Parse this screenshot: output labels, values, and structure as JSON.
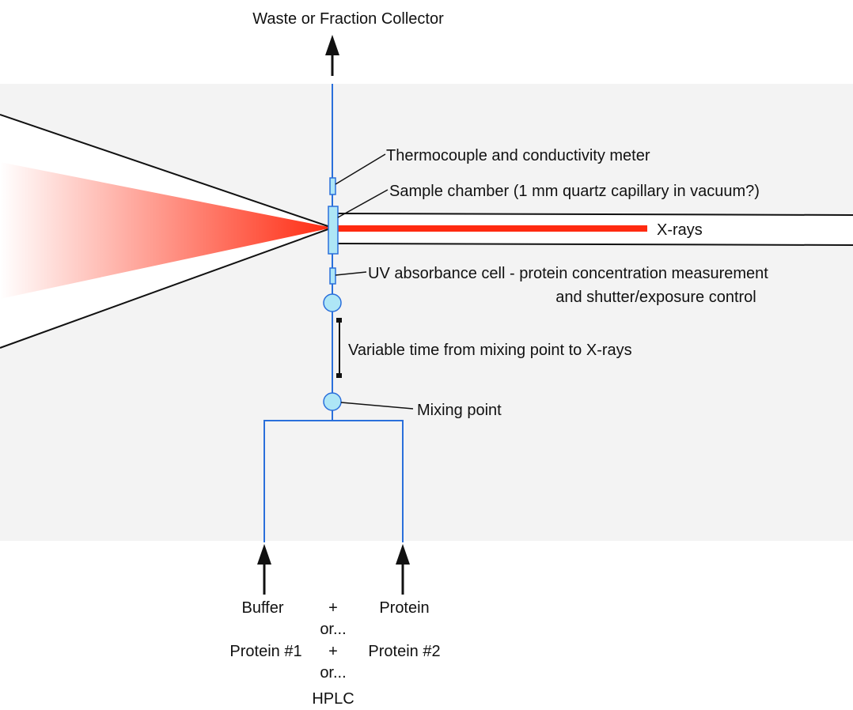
{
  "labels": {
    "outlet": "Waste or Fraction Collector",
    "thermocouple": "Thermocouple and conductivity meter",
    "sample_chamber": "Sample chamber (1 mm quartz capillary in vacuum?)",
    "xrays": "X-rays",
    "uv_line1": "UV absorbance cell - protein concentration measurement",
    "uv_line2": "and shutter/exposure control",
    "variable_time": "Variable time from mixing point to X-rays",
    "mixing_point": "Mixing point"
  },
  "inputs": {
    "left_option_1": "Buffer",
    "plus_1": "+",
    "right_option_1": "Protein",
    "or_1": "or...",
    "left_option_2": "Protein #1",
    "plus_2": "+",
    "right_option_2": "Protein #2",
    "or_2": "or...",
    "option_3": "HPLC"
  },
  "colors": {
    "background_band": "#f3f3f3",
    "flow_line": "#2a6fdb",
    "component_fill": "#aee6f6",
    "component_stroke": "#2a6fdb",
    "xray_beam": "#ff2a10",
    "leader_line": "#111111",
    "arrow": "#111111"
  },
  "icons": {
    "outlet_arrow": "arrow-up-icon",
    "inlet_arrows": "arrow-up-icon"
  }
}
